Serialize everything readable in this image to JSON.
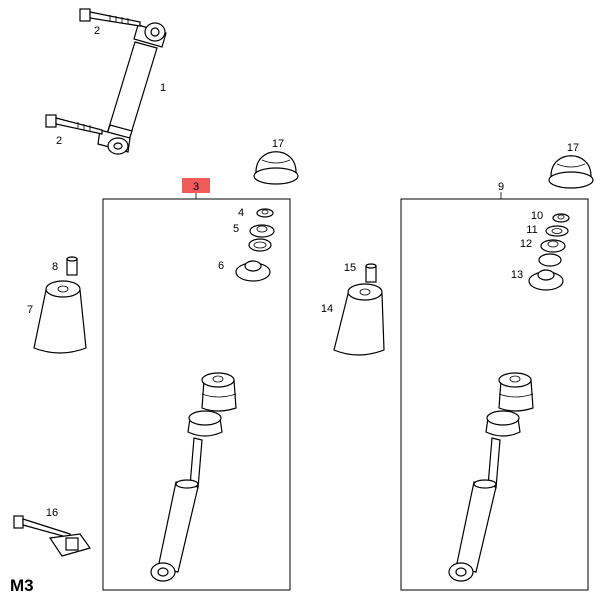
{
  "diagram_title": "M3",
  "accent_color": "#f05a5a",
  "callouts": {
    "c1": "1",
    "c2a": "2",
    "c2b": "2",
    "c3": "3",
    "c4": "4",
    "c5": "5",
    "c6": "6",
    "c7": "7",
    "c8": "8",
    "c9": "9",
    "c10": "10",
    "c11": "11",
    "c12": "12",
    "c13": "13",
    "c14": "14",
    "c15": "15",
    "c16": "16",
    "c17a": "17",
    "c17b": "17"
  }
}
